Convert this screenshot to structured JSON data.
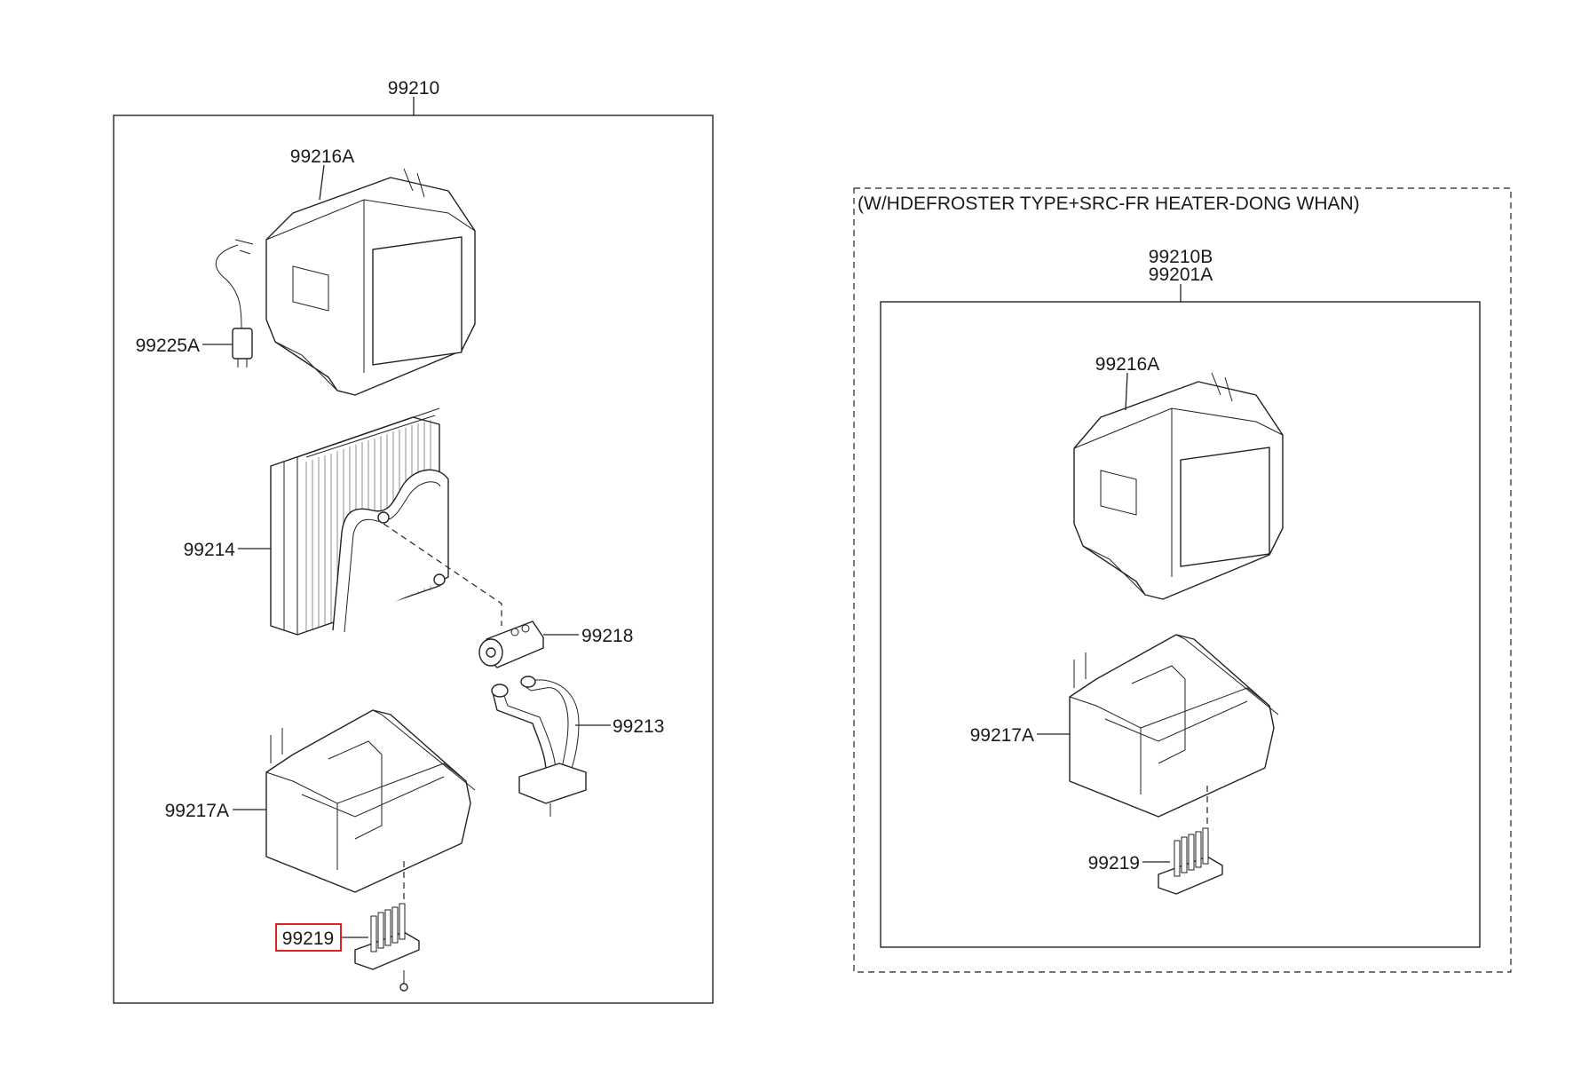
{
  "labels": {
    "assembly": "99210",
    "case_upper_left": "99216A",
    "sensor": "99225A",
    "evaporator": "99214",
    "expansion_valve": "99218",
    "pipe": "99213",
    "case_lower_left": "99217A",
    "resistor_left": "99219",
    "variant_title": "(W/HDEFROSTER TYPE+SRC-FR HEATER-DONG WHAN)",
    "variant_assembly_1": "99210B",
    "variant_assembly_2": "99201A",
    "case_upper_right": "99216A",
    "case_lower_right": "99217A",
    "resistor_right": "99219"
  },
  "colors": {
    "line": "#222222",
    "highlight": "#e02020",
    "background": "#ffffff"
  },
  "highlighted_part": "99219"
}
